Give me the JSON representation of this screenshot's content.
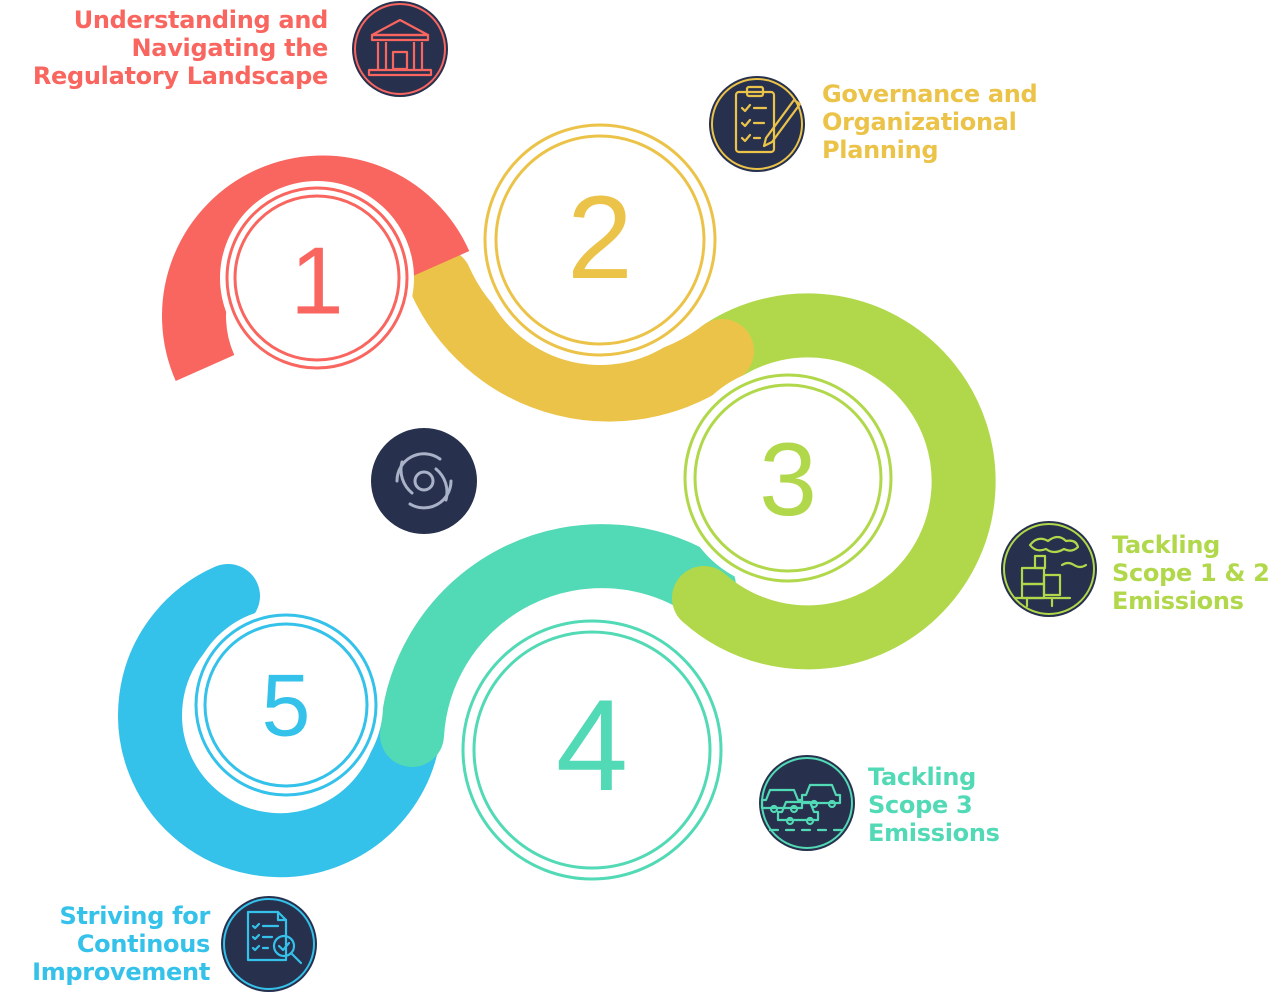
{
  "colors": {
    "step1": "#f9655f",
    "step2": "#ecc349",
    "step3": "#b1d84b",
    "step4": "#52d9b5",
    "step5": "#34c1ea",
    "icon_bg": "#27314e"
  },
  "center_icon": "cycle-icon",
  "steps": [
    {
      "number": "1",
      "icon": "courthouse-icon",
      "lines": [
        "Understanding and",
        "Navigating the",
        "Regulatory Landscape"
      ]
    },
    {
      "number": "2",
      "icon": "clipboard-checklist-icon",
      "lines": [
        "Governance and",
        "Organizational",
        "Planning"
      ]
    },
    {
      "number": "3",
      "icon": "factory-emissions-icon",
      "lines": [
        "Tackling",
        "Scope 1 & 2",
        "Emissions"
      ]
    },
    {
      "number": "4",
      "icon": "cars-traffic-icon",
      "lines": [
        "Tackling",
        "Scope 3",
        "Emissions"
      ]
    },
    {
      "number": "5",
      "icon": "document-search-icon",
      "lines": [
        "Striving for",
        "Continous",
        "Improvement"
      ]
    }
  ]
}
